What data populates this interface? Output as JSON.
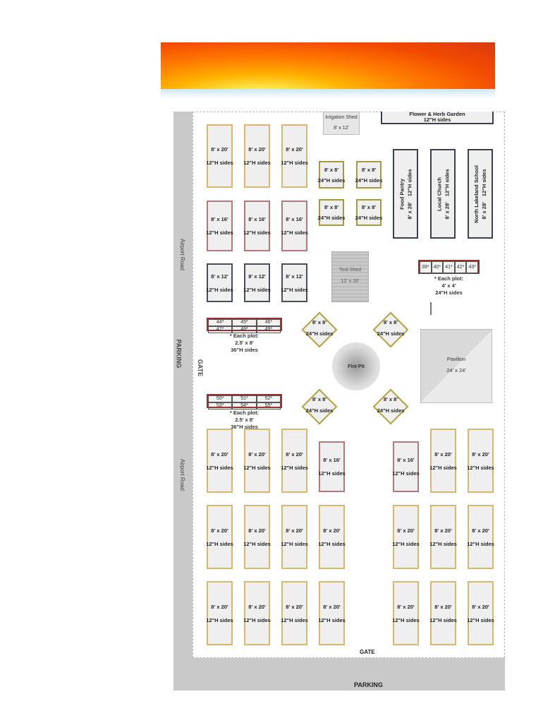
{
  "roads": {
    "airport_road": "Airport Road",
    "parking": "PARKING",
    "gate": "GATE"
  },
  "structures": {
    "irrigation_shed": {
      "name": "Irrigation Shed",
      "size": "8' x 12'"
    },
    "flower_herb": {
      "name": "Flower & Herb Garden",
      "sides": "12\"H sides"
    },
    "tool_shed": {
      "name": "Tool Shed",
      "size": "12' x 16'"
    },
    "fire_pit": "Fire Pit",
    "pavilion": {
      "name": "Pavilion",
      "size": "24' x 24'"
    }
  },
  "long_plots": [
    {
      "name": "Food Pantry",
      "size": "8' x 28'",
      "sides": "12\"H sides"
    },
    {
      "name": "Local Church",
      "size": "8' x 28'",
      "sides": "12\"H sides"
    },
    {
      "name": "North Lakeland School",
      "size": "8' x 28'",
      "sides": "12\"H sides"
    }
  ],
  "plots": [
    {
      "size": "8' x 20'",
      "sides": "12\"H sides"
    },
    {
      "size": "8' x 20'",
      "sides": "12\"H sides"
    },
    {
      "size": "8' x 20'",
      "sides": "12\"H sides"
    },
    {
      "size": "8' x 16'",
      "sides": "12\"H sides"
    },
    {
      "size": "8' x 16'",
      "sides": "12\"H sides"
    },
    {
      "size": "8' x 16'",
      "sides": "12\"H sides"
    },
    {
      "size": "8' x 12'",
      "sides": "12\"H sides"
    },
    {
      "size": "8' x 12'",
      "sides": "12\"H sides"
    },
    {
      "size": "8' x 12'",
      "sides": "12\"H sides"
    },
    {
      "size": "8' x 8'",
      "sides": "24\"H sides"
    },
    {
      "size": "8' x 8'",
      "sides": "24\"H sides"
    },
    {
      "size": "8' x 8'",
      "sides": "24\"H sides"
    },
    {
      "size": "8' x 8'",
      "sides": "24\"H sides"
    },
    {
      "size": "8' x 20'",
      "sides": "12\"H sides"
    },
    {
      "size": "8' x 20'",
      "sides": "12\"H sides"
    },
    {
      "size": "8' x 20'",
      "sides": "12\"H sides"
    },
    {
      "size": "8' x 16'",
      "sides": "12\"H sides"
    },
    {
      "size": "8' x 16'",
      "sides": "12\"H sides"
    },
    {
      "size": "8' x 20'",
      "sides": "12\"H sides"
    },
    {
      "size": "8' x 20'",
      "sides": "12\"H sides"
    },
    {
      "size": "8' x 20'",
      "sides": "12\"H sides"
    },
    {
      "size": "8' x 20'",
      "sides": "12\"H sides"
    },
    {
      "size": "8' x 20'",
      "sides": "12\"H sides"
    },
    {
      "size": "8' x 20'",
      "sides": "12\"H sides"
    },
    {
      "size": "8' x 20'",
      "sides": "12\"H sides"
    },
    {
      "size": "8' x 20'",
      "sides": "12\"H sides"
    },
    {
      "size": "8' x 20'",
      "sides": "12\"H sides"
    },
    {
      "size": "8' x 20'",
      "sides": "12\"H sides"
    },
    {
      "size": "8' x 20'",
      "sides": "12\"H sides"
    },
    {
      "size": "8' x 20'",
      "sides": "12\"H sides"
    },
    {
      "size": "8' x 20'",
      "sides": "12\"H sides"
    },
    {
      "size": "8' x 20'",
      "sides": "12\"H sides"
    },
    {
      "size": "8' x 20'",
      "sides": "12\"H sides"
    },
    {
      "size": "8' x 20'",
      "sides": "12\"H sides"
    }
  ],
  "diamonds": [
    {
      "size": "8' x 8'",
      "sides": "24\"H sides"
    },
    {
      "size": "8' x 8'",
      "sides": "24\"H sides"
    },
    {
      "size": "8' x 8'",
      "sides": "24\"H sides"
    },
    {
      "size": "8' x 8'",
      "sides": "24\"H sides"
    }
  ],
  "small_grids": [
    {
      "cells": [
        "39*",
        "40*",
        "41*",
        "42*",
        "43*"
      ],
      "note": [
        "* Each plot:",
        "4' x 4'",
        "24\"H sides"
      ]
    },
    {
      "cells": [
        "44*",
        "45*",
        "46*",
        "47*",
        "48*",
        "49*"
      ],
      "note": [
        "* Each plot:",
        "2.5' x 8'",
        "36\"H sides"
      ]
    },
    {
      "cells": [
        "50*",
        "51*",
        "52*",
        "53*",
        "54*",
        "55*"
      ],
      "note": [
        "* Each plot:",
        "2.5' x 8'",
        "36\"H sides"
      ]
    }
  ]
}
